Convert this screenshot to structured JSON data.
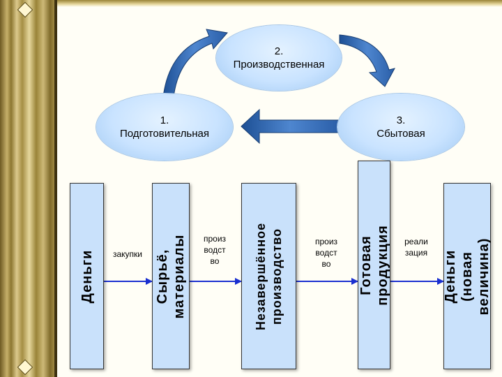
{
  "stages": [
    {
      "id": "prep",
      "label": "1.\nПодготовительная"
    },
    {
      "id": "prod",
      "label": "2.\nПроизводственная"
    },
    {
      "id": "sales",
      "label": "3.\nСбытовая"
    }
  ],
  "states": [
    {
      "id": "money",
      "label": "Деньги"
    },
    {
      "id": "raw",
      "label": "Сырьё, материалы"
    },
    {
      "id": "wip",
      "label": "Незавершённое\nпроизводство"
    },
    {
      "id": "finished",
      "label": "Готовая продукция"
    },
    {
      "id": "money_new",
      "label": "Деньги (новая\nвеличина)"
    }
  ],
  "transitions": [
    {
      "label": "закупки"
    },
    {
      "label": "произ\nводст\nво"
    },
    {
      "label": "произ\nводст\nво"
    },
    {
      "label": "реали\nзация"
    }
  ],
  "colors": {
    "ellipse": "#c9e3ff",
    "box": "#c9e1fb",
    "arrow": "#1a2fd0",
    "curved_arrow": "#2f62a8"
  }
}
